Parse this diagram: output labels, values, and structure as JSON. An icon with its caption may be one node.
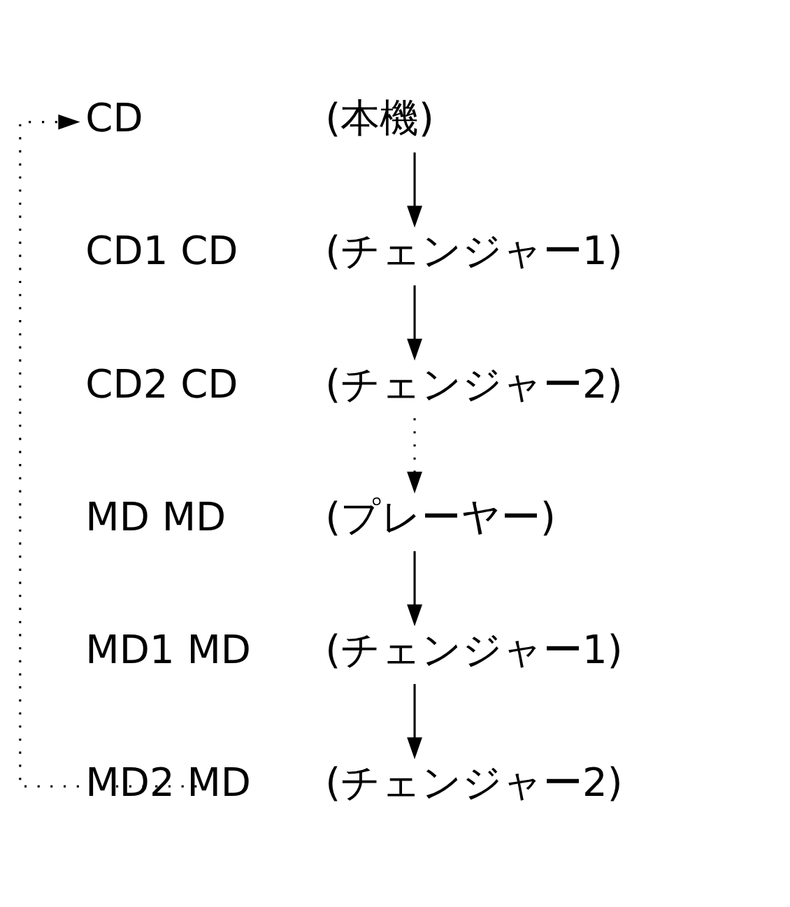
{
  "diagram": {
    "nodes": [
      {
        "text": [
          "CD"
        ],
        "beside": [
          "(本機)"
        ]
      },
      {
        "text": [
          "CD1 CD"
        ],
        "beside": [
          "(チェンジャー1)"
        ]
      },
      {
        "text": [
          "CD2 CD"
        ],
        "beside": [
          "(チェンジャー2)"
        ]
      },
      {
        "text": [
          "MD MD"
        ],
        "beside": [
          "(プレーヤー)"
        ]
      },
      {
        "text": [
          "MD1 MD"
        ],
        "beside": [
          "(チェンジャー1)"
        ]
      },
      {
        "text": [
          "MD2 MD"
        ],
        "beside": [
          "(チェンジャー2)"
        ]
      }
    ],
    "edges": [
      {
        "from": 0,
        "to": 1,
        "arrow": "to"
      },
      {
        "from": 1,
        "to": 2,
        "arrow": "to"
      },
      {
        "from": 2,
        "to": 3,
        "arrow": "to",
        "style": "dashed"
      },
      {
        "from": 3,
        "to": 4,
        "arrow": "to"
      },
      {
        "from": 4,
        "to": 5,
        "arrow": "to"
      },
      {
        "from": 5,
        "to": 0,
        "arrow": "to",
        "style": "dashed"
      }
    ]
  }
}
